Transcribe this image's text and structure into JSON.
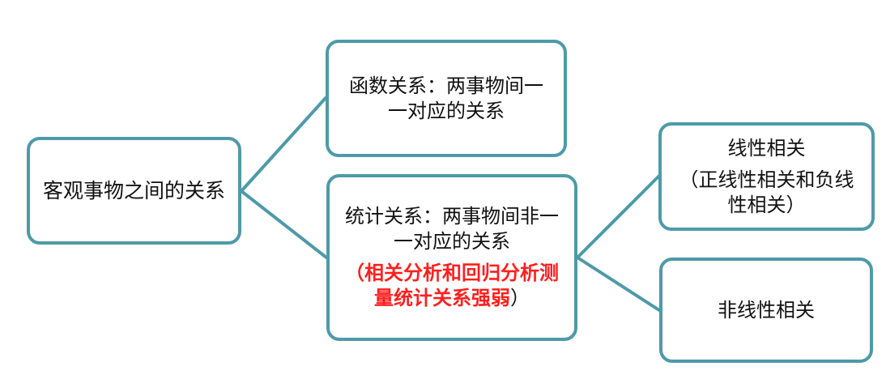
{
  "diagram": {
    "nodes": {
      "root": {
        "label": "客观事物之间的关系"
      },
      "functional_relation": {
        "label_lines": [
          "函数关系：两事物间一",
          "一对应的关系"
        ]
      },
      "statistical_relation": {
        "label_lines": [
          "统计关系：两事物间非一",
          "一对应的关系"
        ],
        "note_lines": [
          "（相关分析和回归分析测",
          "量统计关系强弱"
        ],
        "note_close": "）"
      },
      "linear_correlation": {
        "title": "线性相关",
        "detail_lines": [
          "（正线性相关和负线",
          "性相关）"
        ]
      },
      "nonlinear_correlation": {
        "label": "非线性相关"
      }
    },
    "colors": {
      "node_border": "#4e9aa8",
      "connector": "#4e9aa8",
      "emphasis_text": "#ff1f1f"
    }
  }
}
